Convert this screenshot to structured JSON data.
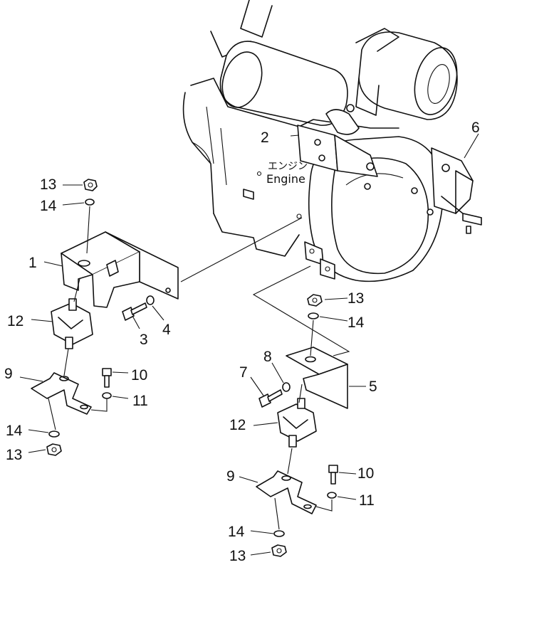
{
  "engine_label": {
    "jp": "エンジン",
    "en": "Engine"
  },
  "callouts": [
    {
      "id": "c1",
      "text": "1"
    },
    {
      "id": "c2",
      "text": "2"
    },
    {
      "id": "c3",
      "text": "3"
    },
    {
      "id": "c4",
      "text": "4"
    },
    {
      "id": "c5",
      "text": "5"
    },
    {
      "id": "c6",
      "text": "6"
    },
    {
      "id": "c7",
      "text": "7"
    },
    {
      "id": "c8",
      "text": "8"
    },
    {
      "id": "c9a",
      "text": "9"
    },
    {
      "id": "c9b",
      "text": "9"
    },
    {
      "id": "c10a",
      "text": "10"
    },
    {
      "id": "c10b",
      "text": "10"
    },
    {
      "id": "c11a",
      "text": "11"
    },
    {
      "id": "c11b",
      "text": "11"
    },
    {
      "id": "c12a",
      "text": "12"
    },
    {
      "id": "c12b",
      "text": "12"
    },
    {
      "id": "c13a",
      "text": "13"
    },
    {
      "id": "c13b",
      "text": "13"
    },
    {
      "id": "c13c",
      "text": "13"
    },
    {
      "id": "c13d",
      "text": "13"
    },
    {
      "id": "c14a",
      "text": "14"
    },
    {
      "id": "c14b",
      "text": "14"
    },
    {
      "id": "c14c",
      "text": "14"
    },
    {
      "id": "c14d",
      "text": "14"
    }
  ]
}
